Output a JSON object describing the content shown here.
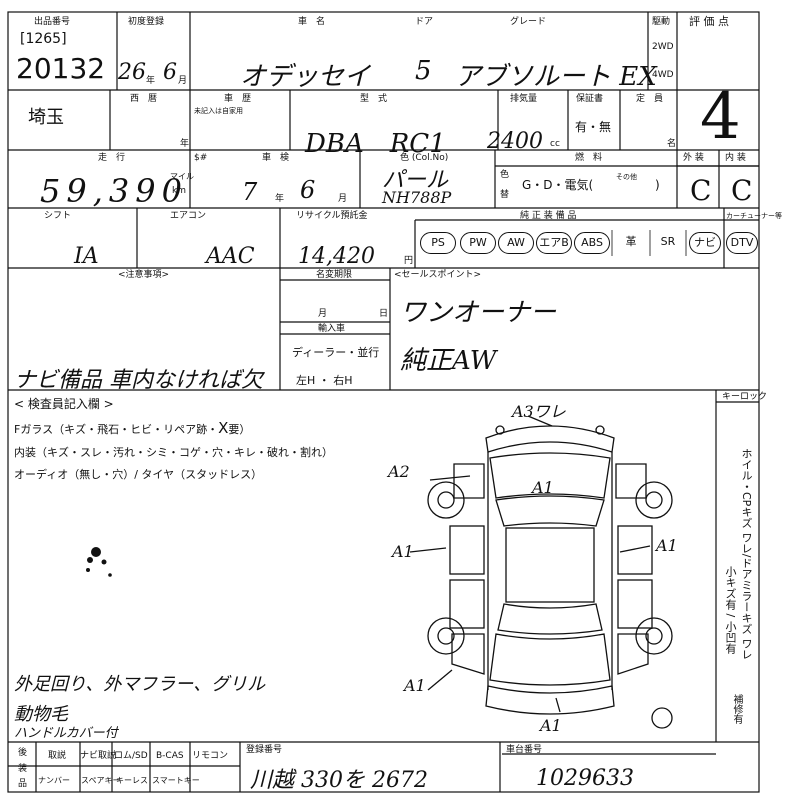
{
  "header": {
    "lot_label": "出品番号",
    "lot_sub": "[1265]",
    "lot_number": "20132",
    "first_reg_label": "初度登録",
    "first_reg_value": "26",
    "first_reg_year_unit": "年",
    "first_reg_month_value": "6",
    "first_reg_month_unit": "月",
    "make_label": "車　名",
    "make_value": "オデッセイ",
    "door_label": "ドア",
    "door_value": "5",
    "grade_label": "グレード",
    "grade_value": "アブソルート EX",
    "drive_label": "駆動",
    "drive_options": [
      "2WD",
      "4WD"
    ],
    "score_label": "評 価 点",
    "score_value": "4"
  },
  "row2": {
    "region_value": "埼玉",
    "era_label": "西　暦",
    "history_label": "車　歴",
    "history_sub": "未記入は自家用",
    "year_unit": "年",
    "model_label": "型　式",
    "model_value": "DBA　RC1",
    "displacement_label": "排気量",
    "displacement_value": "2400",
    "displacement_unit": "cc",
    "warranty_label": "保証書",
    "warranty_value": "有・無",
    "capacity_label": "定　員",
    "capacity_unit": "名"
  },
  "row3": {
    "mileage_label": "走　行",
    "mileage_unit_label": "$#",
    "mileage_value": "59,390",
    "mileage_units": [
      "マイル",
      "km"
    ],
    "inspection_label": "車　検",
    "inspection_year": "7",
    "inspection_year_unit": "年",
    "inspection_month": "6",
    "inspection_month_unit": "月",
    "color_label": "色 (Col.No)",
    "color_value": "パール",
    "color_code": "NH788P",
    "color_side_labels": [
      "色",
      "替"
    ],
    "fuel_label": "燃　料",
    "fuel_other": "その他",
    "fuel_options": "G・D・電気(",
    "exterior_label": "外 装",
    "exterior_value": "C",
    "interior_label": "内 装",
    "interior_value": "C"
  },
  "row4": {
    "shift_label": "シフト",
    "shift_value": "IA",
    "ac_label": "エアコン",
    "ac_value": "AAC",
    "recycle_label": "リサイクル預託金",
    "recycle_value": "14,420",
    "recycle_unit": "円",
    "equipment_label": "純 正 装 備 品",
    "tuner_label": "カーチューナー等",
    "equipment": [
      "PS",
      "PW",
      "AW",
      "エアB",
      "ABS",
      "革",
      "SR",
      "ナビ",
      "DTV"
    ]
  },
  "notes": {
    "caution_label": "<注意事項>",
    "caution_text": "ナビ備品 車内なければ欠",
    "expiry_label": "名変期限",
    "expiry_month": "月",
    "expiry_day": "日",
    "import_label": "輸入車",
    "import_dealer": "ディーラー・並行",
    "import_side": "左H ・ 右H",
    "sales_label": "<セールスポイント>",
    "sales_point_1": "ワンオーナー",
    "sales_point_2": "純正AW"
  },
  "inspection": {
    "title": "< 検査員記入欄 >",
    "glass_line": "Fガラス（キズ・飛石・ヒビ・リペア跡・",
    "glass_x": "X",
    "glass_need": "要",
    "glass_close": "）",
    "interior_line": "内装（キズ・スレ・汚れ・シミ・コゲ・穴・キレ・破れ・割れ）",
    "audio_line": "オーディオ（無し・穴）/ タイヤ（スタッドレス）",
    "notes_1": "外足回り、外マフラー、グリル",
    "notes_2": "動物毛",
    "notes_3": "ハンドルカバー付",
    "damage_top": "A3ワレ",
    "damage_left_front": "A2",
    "damage_left_side": "A1",
    "damage_left_rear": "A1",
    "damage_roof": "A1",
    "damage_right_side": "A1",
    "damage_bottom": "A1"
  },
  "keylock": {
    "label": "キーロック",
    "vertical_text_1": "ホイル・CPキズ ワレ/ドアミラーキズ ワレ",
    "vertical_text_2": "小キズ有 / 小凹有",
    "vertical_text_3": "補修有"
  },
  "footer": {
    "equip_label_1": "後",
    "equip_label_2": "装",
    "equip_label_3": "品",
    "items_top": [
      "取説",
      "ナビ取説",
      "ロム/SD",
      "B-CAS",
      "リモコン"
    ],
    "items_bottom": [
      "ナンバー",
      "スペアキー",
      "キーレス",
      "スマートキー"
    ],
    "reg_no_label": "登録番号",
    "reg_no_value": "川越 330を 2672",
    "chassis_label": "車台番号",
    "chassis_value": "1029633"
  }
}
